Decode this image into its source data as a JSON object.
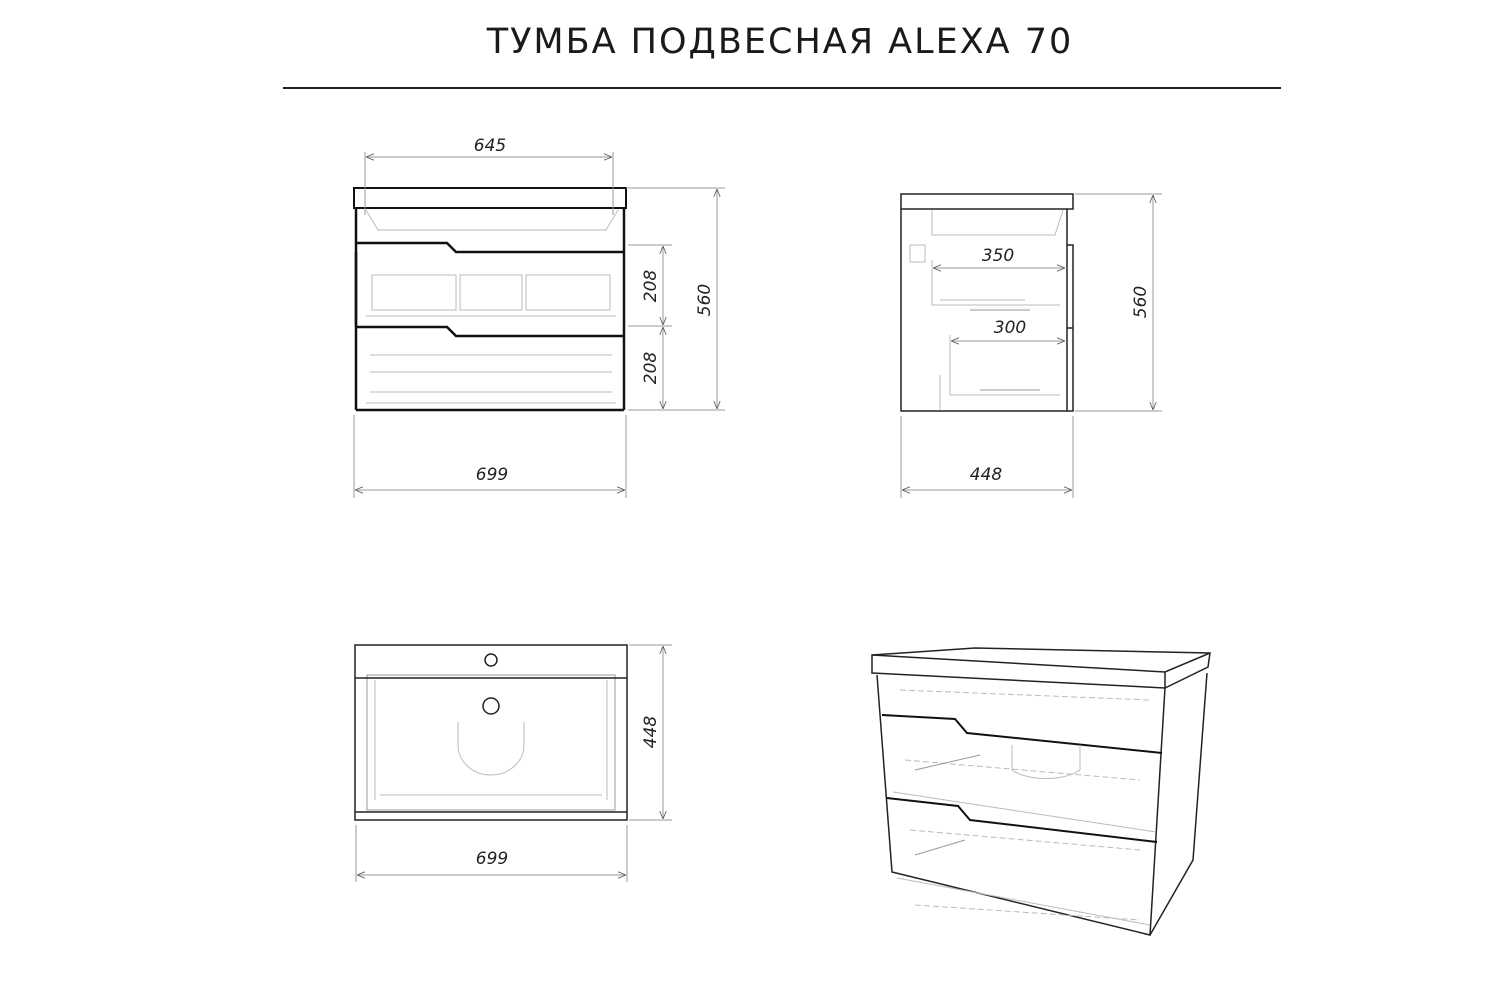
{
  "title": "ТУМБА ПОДВЕСНАЯ ALEXA 70",
  "front_view": {
    "top_width": "645",
    "overall_width": "699",
    "drawer_height_1": "208",
    "drawer_height_2": "208",
    "overall_height": "560"
  },
  "side_view": {
    "drawer_depth_1": "350",
    "drawer_depth_2": "300",
    "overall_height": "560",
    "overall_depth": "448"
  },
  "top_view": {
    "depth": "448",
    "width": "699"
  }
}
